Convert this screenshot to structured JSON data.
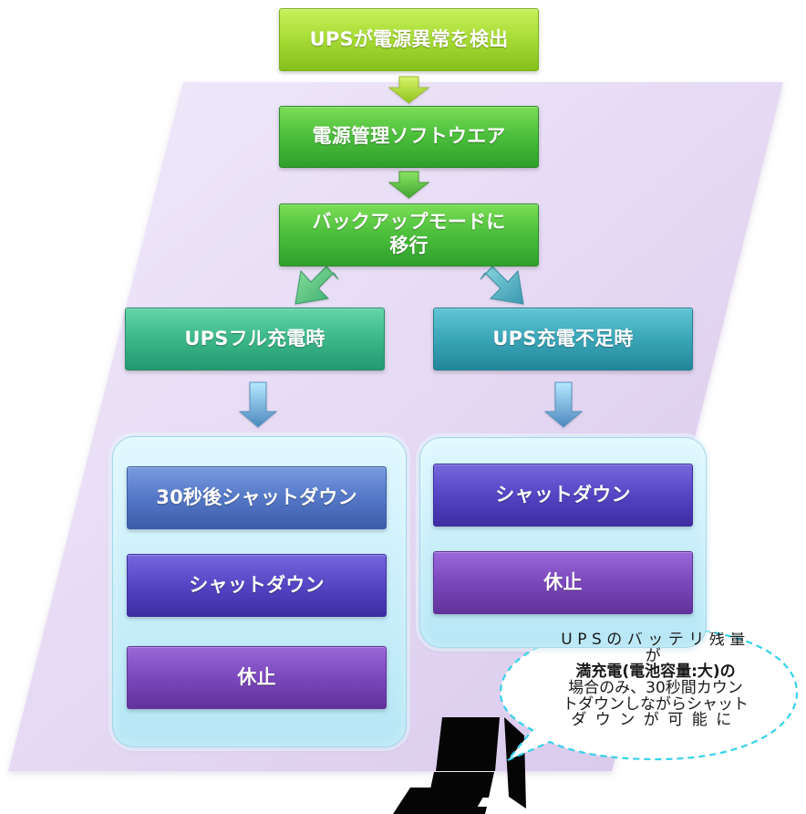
{
  "colors": {
    "lime": "#a7dc35",
    "green": "#4cbf3c",
    "teal": "#3db88b",
    "cyan": "#3ba7b9",
    "blue_violet": "#5679c8",
    "indigo": "#5746c5",
    "purple": "#7c48bd",
    "panel_background": "#c7eefa",
    "callout_border": "#36d2ea",
    "purple_backdrop": "#e7dcf3"
  },
  "flowchart": {
    "top_steps": [
      "UPSが電源異常を検出",
      "電源管理ソフトウエア",
      "バックアップモードに\n移行"
    ],
    "branches": {
      "left_title": "UPSフル充電時",
      "right_title": "UPS充電不足時",
      "left_options": [
        "30秒後シャットダウン",
        "シャットダウン",
        "休止"
      ],
      "right_options": [
        "シャットダウン",
        "休止"
      ]
    }
  },
  "callout": {
    "lines": [
      "UPSのバッテリ残量が",
      "満充電(電池容量:大)の",
      "場合のみ、30秒間カウン",
      "トダウンしながらシャット",
      "ダウンが可能に"
    ]
  },
  "icons": {
    "computer": "computer-icon",
    "arrow_down": "arrow-down-icon",
    "arrow_left_down": "arrow-left-down-icon",
    "arrow_right_down": "arrow-right-down-icon"
  }
}
